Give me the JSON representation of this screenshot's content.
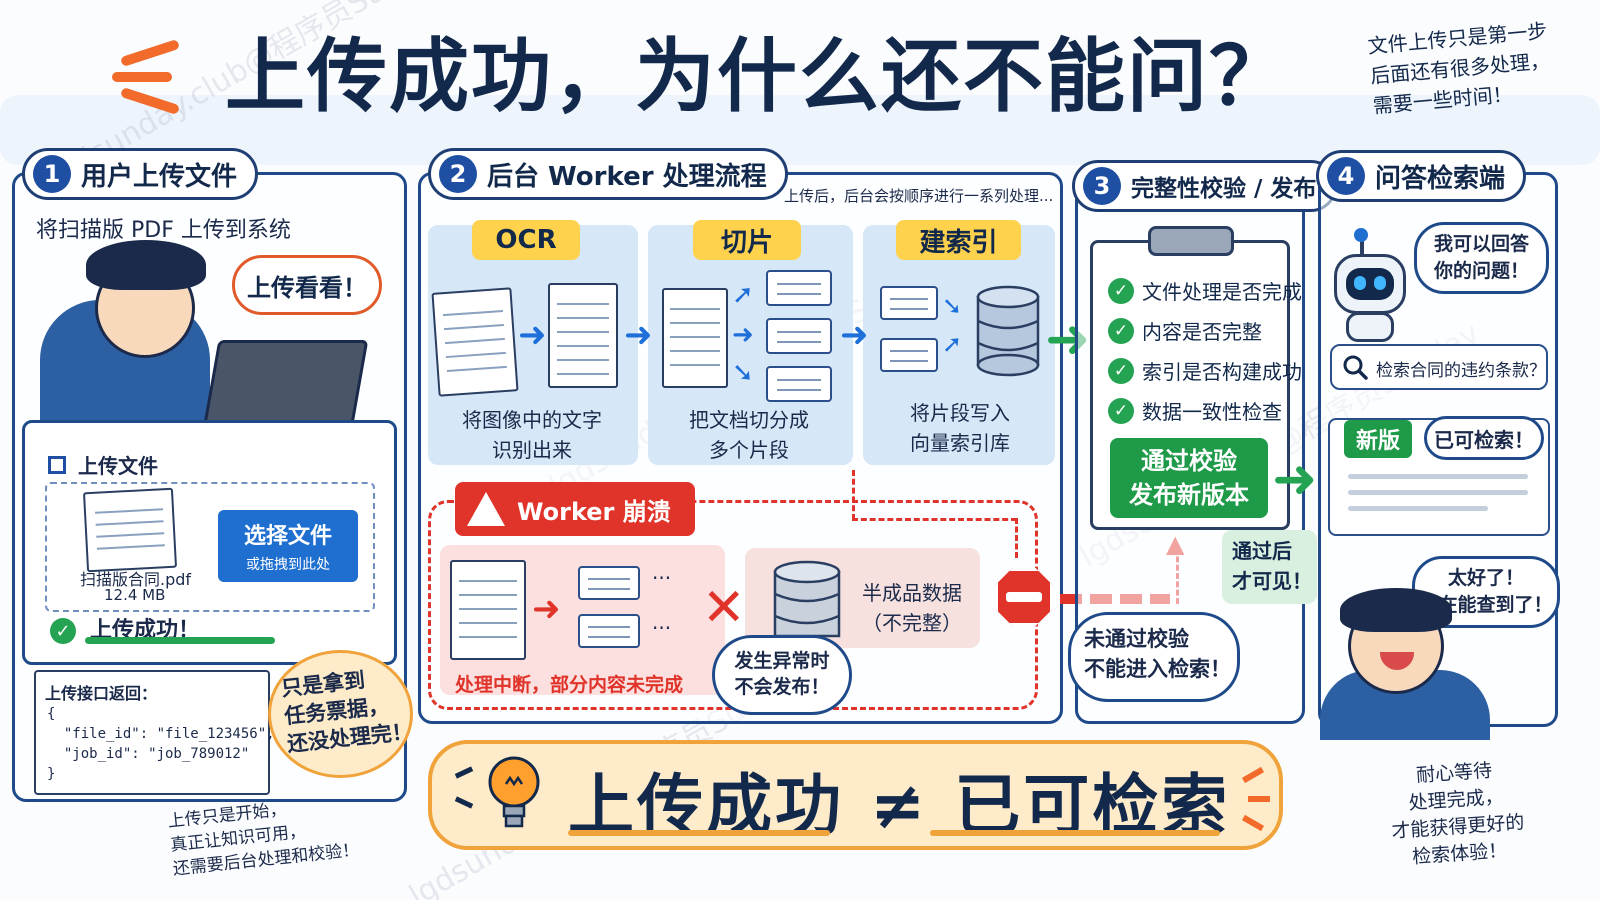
{
  "title": "上传成功，为什么还不能问？",
  "top_note": [
    "文件上传只是第一步",
    "后面还有很多处理，",
    "需要一些时间！"
  ],
  "sections": [
    {
      "num": "1",
      "label": "用户上传文件"
    },
    {
      "num": "2",
      "label": "后台 Worker 处理流程"
    },
    {
      "num": "3",
      "label": "完整性校验 / 发布"
    },
    {
      "num": "4",
      "label": "问答检索端"
    }
  ],
  "upload": {
    "subtitle": "将扫描版 PDF 上传到系统",
    "speech": "上传看看！",
    "panel_title": "上传文件",
    "file_name": "扫描版合同.pdf",
    "file_size": "12.4 MB",
    "button_main": "选择文件",
    "button_sub": "或拖拽到此处",
    "success": "上传成功！",
    "api_title": "上传接口返回：",
    "api_lines": [
      "{",
      "  \"file_id\": \"file_123456\",",
      "  \"job_id\": \"job_789012\"",
      "}"
    ],
    "ticket_note": [
      "只是拿到",
      "任务票据，",
      "还没处理完！"
    ],
    "bottom_note": [
      "上传只是开始，",
      "真正让知识可用，",
      "还需要后台处理和校验！"
    ]
  },
  "worker": {
    "desc": "上传后，后台会按顺序进行一系列处理...",
    "stages": [
      {
        "tag": "OCR",
        "caption": [
          "将图像中的文字",
          "识别出来"
        ]
      },
      {
        "tag": "切片",
        "caption": [
          "把文档切分成",
          "多个片段"
        ]
      },
      {
        "tag": "建索引",
        "caption": [
          "将片段写入",
          "向量索引库"
        ]
      }
    ],
    "crash_label": "Worker 崩溃",
    "crash_dots": "···",
    "crash_caption": "处理中断，部分内容未完成",
    "half_data": [
      "半成品数据",
      "（不完整）"
    ],
    "no_publish": [
      "发生异常时",
      "不会发布！"
    ]
  },
  "verify": {
    "checks": [
      "文件处理是否完成",
      "内容是否完整",
      "索引是否构建成功",
      "数据一致性检查"
    ],
    "pass_btn": [
      "通过校验",
      "发布新版本"
    ],
    "visible_note": [
      "通过后",
      "才可见！"
    ],
    "fail_note": [
      "未通过校验",
      "不能进入检索！"
    ]
  },
  "qa": {
    "robot_speech": [
      "我可以回答",
      "你的问题！"
    ],
    "search_query": "检索合同的违约条款？",
    "new_tag": "新版",
    "ready": "已可检索！",
    "happy_speech": [
      "太好了！",
      "现在能查到了！"
    ],
    "wait_note": [
      "耐心等待",
      "处理完成，",
      "才能获得更好的",
      "检索体验！"
    ]
  },
  "banner": "上传成功 ≠ 已可检索",
  "watermark": "lgdsunday.club@程序员Sunday",
  "colors": {
    "navy": "#13294b",
    "blue": "#1f4fa3",
    "green": "#1e9a48",
    "red": "#e0342b",
    "yellow": "#ffd24d",
    "orange": "#f0a33a"
  }
}
